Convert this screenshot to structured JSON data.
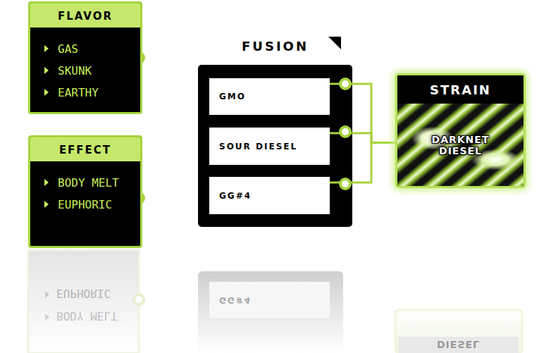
{
  "diagram": {
    "nodes": [
      {
        "text": [
          "FLAVOR",
          "GAS",
          "SKUNK",
          "EARTHY"
        ]
      },
      {
        "text": [
          "EFFECT",
          "BODY MELT",
          "EUPHORIC"
        ]
      },
      {
        "text": [
          "FUSION"
        ]
      },
      {
        "text": [
          "GMO"
        ],
        "in": 2
      },
      {
        "text": [
          "SOUR DIESEL"
        ],
        "in": 2
      },
      {
        "text": [
          "GG#4"
        ],
        "in": 2
      },
      {
        "text": [
          "STRAIN",
          "DARKNET DIESEL"
        ]
      }
    ],
    "edges": [
      {
        "from": 3,
        "to": 6,
        "arrow": "none"
      },
      {
        "from": 4,
        "to": 6,
        "arrow": "none"
      },
      {
        "from": 5,
        "to": 6,
        "arrow": "none"
      }
    ],
    "labels": [
      "EUPHORIC",
      "BODY MELT",
      "GG#4",
      "DIESEL"
    ]
  }
}
